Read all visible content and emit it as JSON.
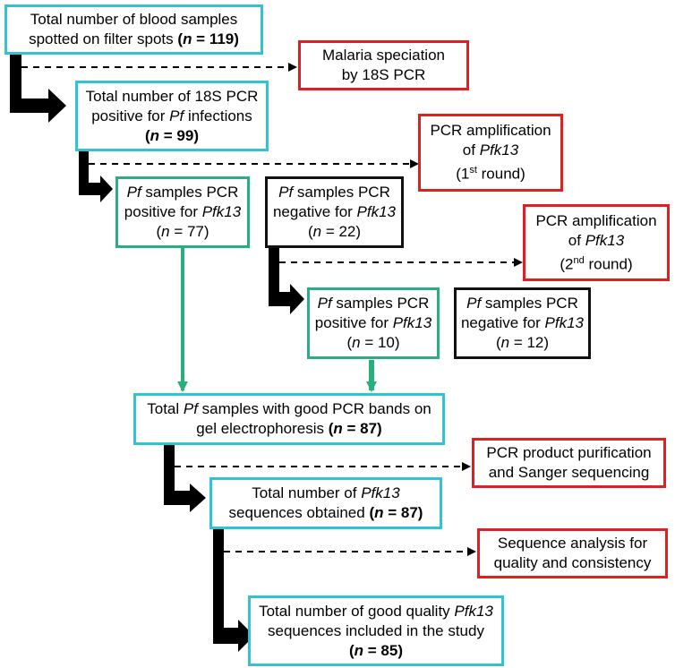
{
  "boxes": {
    "total_samples": [
      "Total number of blood samples",
      "spotted on filter spots ",
      "n",
      " = 119)"
    ],
    "malaria_speciation": [
      "Malaria speciation",
      "by 18S PCR"
    ],
    "pcr_positive_pf": [
      "Total number of 18S PCR",
      "positive for ",
      "Pf",
      " infections",
      "(",
      "n",
      " = 99)"
    ],
    "pcr_amp_1": [
      "PCR amplification",
      "of ",
      "Pfk13",
      "(1",
      "st",
      " round)"
    ],
    "pf_pos_pfk13": [
      "Pf",
      " samples PCR",
      "positive for ",
      "Pfk13",
      "(",
      "n",
      " = 77)"
    ],
    "pf_neg_pfk13": [
      "Pf",
      " samples PCR",
      "negative for ",
      "Pfk13",
      "(",
      "n",
      " = 22)"
    ],
    "pcr_amp_2": [
      "PCR amplification",
      "of ",
      "Pfk13",
      "(2",
      "nd",
      " round)"
    ],
    "pf_pos_pfk13_2": [
      "Pf",
      " samples PCR",
      "positive for ",
      "Pfk13",
      "(",
      "n",
      " = 10)"
    ],
    "pf_neg_pfk13_2": [
      "Pf",
      " samples PCR",
      "negative for ",
      "Pfk13",
      "(",
      "n",
      " = 12)"
    ],
    "good_bands": [
      "Total ",
      "Pf",
      " samples with good PCR bands on",
      "gel electrophoresis ",
      "(",
      "n",
      " = 87)"
    ],
    "purification": [
      "PCR product purification",
      "and Sanger sequencing"
    ],
    "sequences_obtained": [
      "Total number of ",
      "Pfk13",
      "sequences obtained ",
      "(",
      "n",
      " = 87)"
    ],
    "sequence_analysis": [
      "Sequence analysis for",
      "quality and consistency"
    ],
    "good_quality": [
      "Total number of good quality ",
      "Pfk13",
      "sequences included in the study",
      "(",
      "n",
      " = 85)"
    ]
  },
  "colors": {
    "cyan": "#2ec4d6",
    "red": "#e02020",
    "green": "#27b07e",
    "black": "#111111"
  }
}
